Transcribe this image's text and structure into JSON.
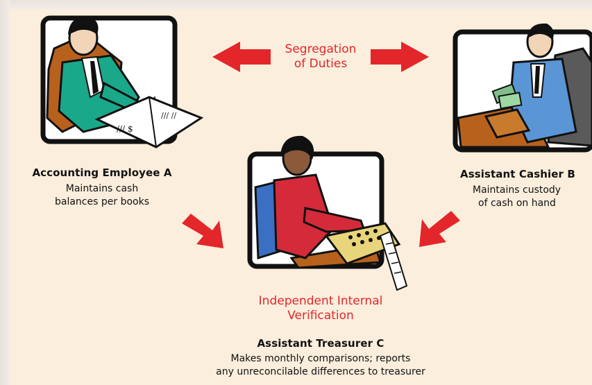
{
  "segregation": {
    "line1": "Segregation",
    "line2": "of Duties"
  },
  "employee_a": {
    "name": "Accounting Employee A",
    "desc1": "Maintains cash",
    "desc2": "balances per books"
  },
  "cashier_b": {
    "name": "Assistant Cashier B",
    "desc1": "Maintains custody",
    "desc2": "of cash on hand"
  },
  "verification": {
    "line1": "Independent Internal",
    "line2": "Verification"
  },
  "treasurer_c": {
    "name": "Assistant Treasurer C",
    "desc1": "Makes monthly comparisons; reports",
    "desc2": "any unreconcilable differences to treasurer"
  },
  "colors": {
    "arrow": "#e3262a",
    "background": "#fbeedd",
    "employee_suit": "#1aa88a",
    "cashier_suit": "#5a95d6",
    "treasurer_top": "#d42a3a"
  }
}
